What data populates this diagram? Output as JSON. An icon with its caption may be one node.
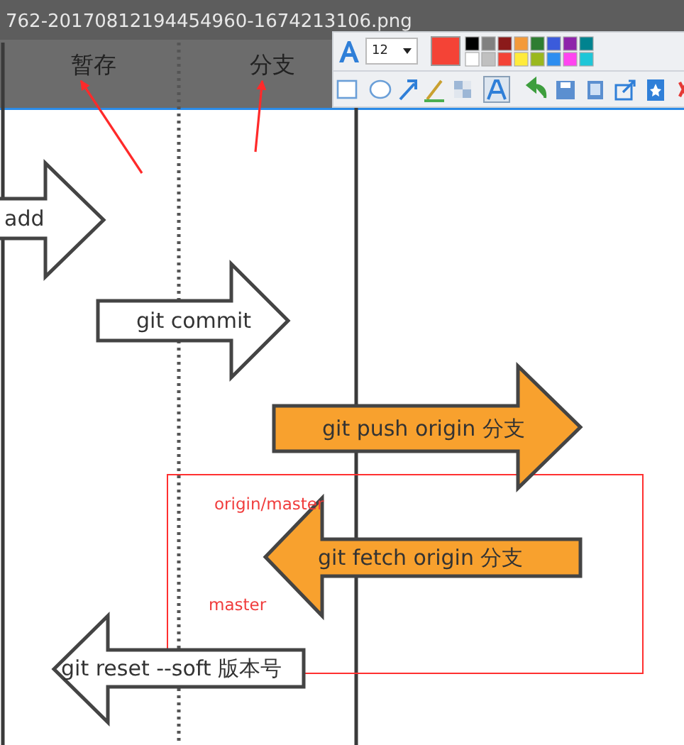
{
  "diagram": {
    "nodes": [
      {
        "text": [
          "暂存"
        ]
      },
      {
        "text": [
          "分支"
        ]
      },
      {
        "text": [
          "add"
        ]
      },
      {
        "text": [
          "git commit"
        ]
      },
      {
        "text": [
          "git push origin 分支"
        ]
      },
      {
        "text": [
          "git fetch origin 分支"
        ]
      },
      {
        "text": [
          "git reset --soft 版本号"
        ]
      }
    ],
    "edges": [
      {
        "from": null,
        "to": 0,
        "arrow": "to",
        "color": "#ff2a2a"
      },
      {
        "from": null,
        "to": 1,
        "arrow": "to",
        "color": "#ff2a2a"
      }
    ],
    "labels": [
      "762-20170812194454960-1674213106.png",
      "12",
      "origin/master",
      "master"
    ]
  }
}
